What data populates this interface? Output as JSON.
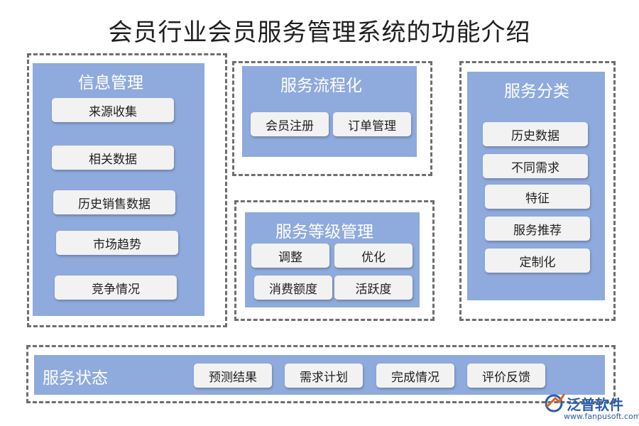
{
  "title": "会员行业会员服务管理系统的功能介绍",
  "info": {
    "title": "信息管理",
    "items": [
      "来源收集",
      "相关数据",
      "历史销售数据",
      "市场趋势",
      "竞争情况"
    ]
  },
  "process": {
    "title": "服务流程化",
    "items": [
      "会员注册",
      "订单管理"
    ]
  },
  "level": {
    "title": "服务等级管理",
    "items": [
      "调整",
      "优化",
      "消费额度",
      "活跃度"
    ]
  },
  "category": {
    "title": "服务分类",
    "items": [
      "历史数据",
      "不同需求",
      "特征",
      "服务推荐",
      "定制化"
    ]
  },
  "status": {
    "title": "服务状态",
    "items": [
      "预测结果",
      "需求计划",
      "完成情况",
      "评价反馈"
    ]
  },
  "logo": {
    "name": "泛普软件",
    "url": "www.fanpusoft.com"
  },
  "colors": {
    "panel": "#8faadc",
    "item": "#f2f2f2",
    "dash": "#6e6e6e",
    "brand": "#2a5caa"
  }
}
